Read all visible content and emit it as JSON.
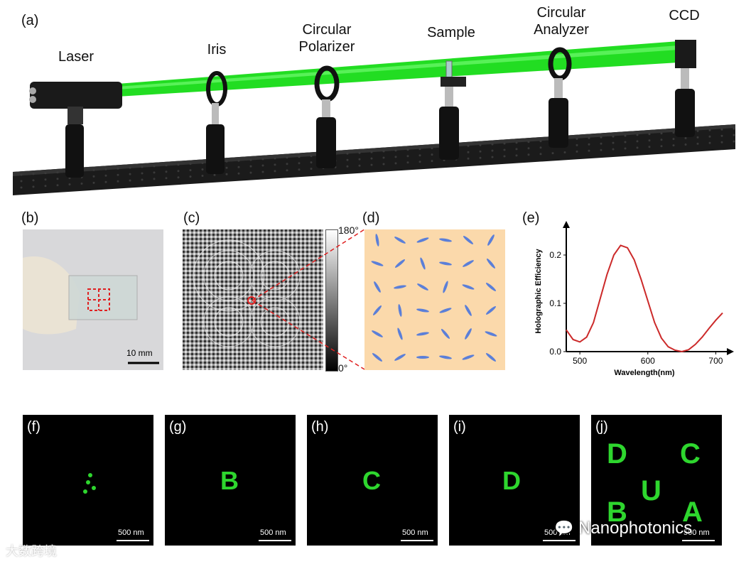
{
  "panel_labels": {
    "a": "(a)",
    "b": "(b)",
    "c": "(c)",
    "d": "(d)",
    "e": "(e)",
    "f": "(f)",
    "g": "(g)",
    "h": "(h)",
    "i": "(i)",
    "j": "(j)"
  },
  "setup": {
    "laser": "Laser",
    "iris": "Iris",
    "circular_polarizer": [
      "Circular",
      "Polarizer"
    ],
    "sample": "Sample",
    "circular_analyzer": [
      "Circular",
      "Analyzer"
    ],
    "ccd": "CCD",
    "beam_color": "#22dd22",
    "table_color": "#1b1b1b"
  },
  "photo_b": {
    "scalebar": "10 mm"
  },
  "phase_map_c": {
    "colorbar_max": "180°",
    "colorbar_min": "0°"
  },
  "holo_scalebar": "500 nm",
  "watermarks": {
    "brand": "Nanophotonics",
    "corner": "大数跨境"
  },
  "chart_data": {
    "type": "line",
    "xlabel": "Wavelength(nm)",
    "ylabel": "Holographic Efficiency",
    "xlim": [
      480,
      710
    ],
    "ylim": [
      0,
      0.25
    ],
    "xticks": [
      500,
      600,
      700
    ],
    "yticks": [
      0.0,
      0.1,
      0.2
    ],
    "series": [
      {
        "color": "#cc2a2a",
        "x": [
          480,
          490,
          500,
          510,
          520,
          530,
          540,
          550,
          560,
          570,
          580,
          590,
          600,
          610,
          620,
          630,
          640,
          650,
          660,
          670,
          680,
          690,
          700,
          710
        ],
        "y": [
          0.045,
          0.025,
          0.02,
          0.03,
          0.06,
          0.11,
          0.16,
          0.2,
          0.22,
          0.215,
          0.19,
          0.15,
          0.105,
          0.06,
          0.028,
          0.01,
          0.003,
          0.0,
          0.004,
          0.015,
          0.03,
          0.048,
          0.065,
          0.08
        ]
      }
    ]
  }
}
